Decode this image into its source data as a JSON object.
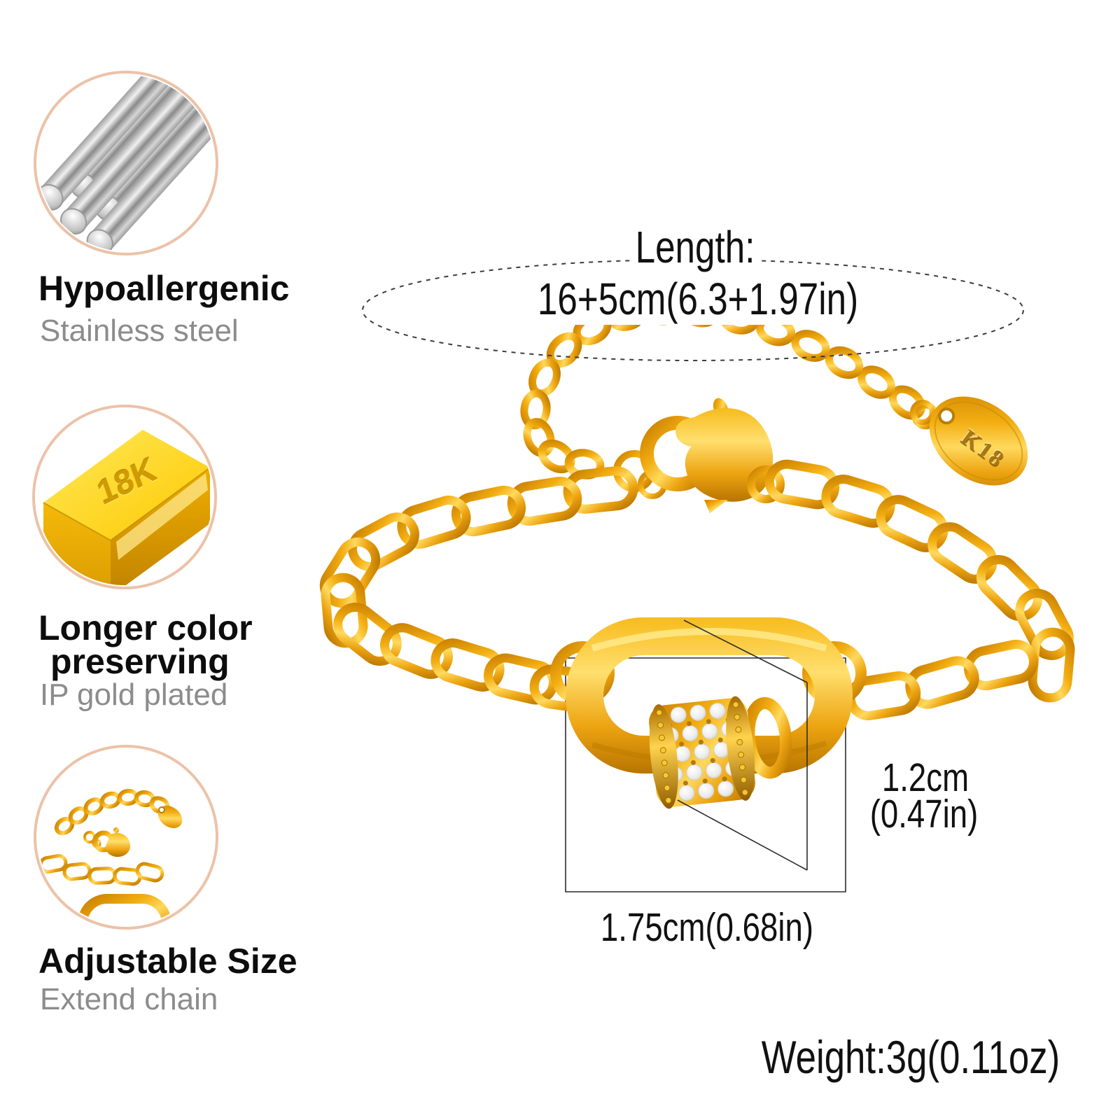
{
  "callouts": [
    {
      "title": "Hypoallergenic",
      "subtitle": "Stainless steel",
      "icon": "steel-rods-icon"
    },
    {
      "title_lines": [
        "Longer color",
        "preserving"
      ],
      "subtitle": "IP gold plated",
      "icon": "gold-bar-icon",
      "bar_engraving": "18K"
    },
    {
      "title": "Adjustable Size",
      "subtitle": "Extend chain",
      "icon": "extension-chain-icon"
    }
  ],
  "annotations": {
    "length_label": "Length:",
    "length_value": "16+5cm(6.3+1.97in)",
    "charm_height_cm": "1.2cm",
    "charm_height_in": "(0.47in)",
    "charm_width": "1.75cm(0.68in)",
    "weight": "Weight:3g(0.11oz)"
  },
  "product": {
    "tag_engraving": "K18"
  },
  "colors": {
    "gold_mid": "#eda411",
    "gold_highlight": "#ffd95e",
    "gold_deep": "#b87400",
    "circle_border": "#ecc2a8",
    "title_text": "#0d0d0d",
    "subtitle_text": "#8c8c8c",
    "measure_line": "#2b2b2b",
    "steel_light": "#f0f0f0",
    "steel_dark": "#8a8a8a",
    "crystal": "#f2f2ee"
  }
}
